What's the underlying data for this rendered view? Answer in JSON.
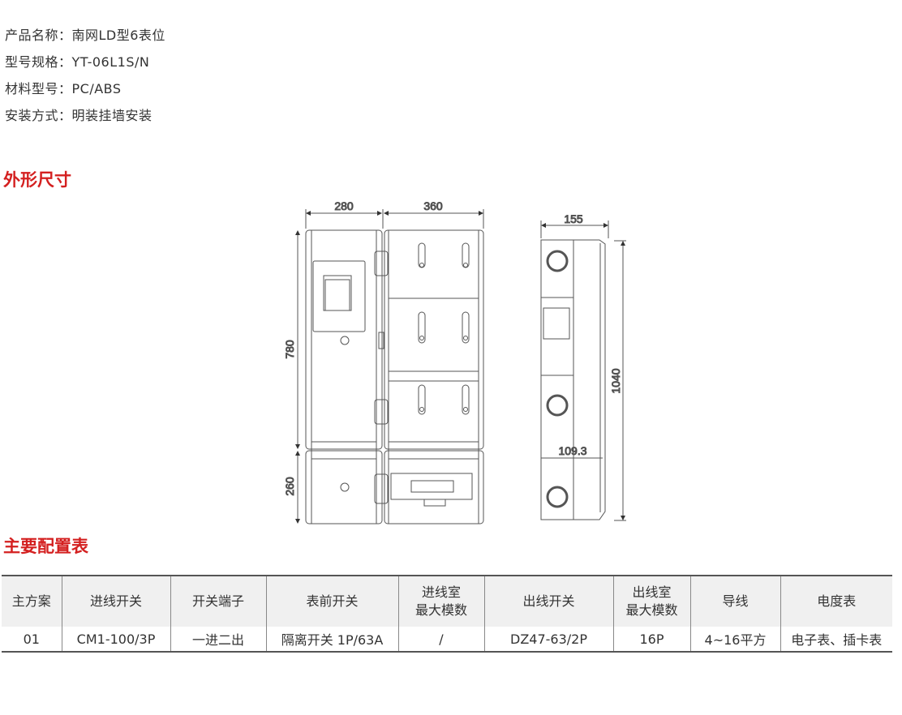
{
  "specs": [
    {
      "label": "产品名称：",
      "value": "南网LD型6表位"
    },
    {
      "label": "型号规格：",
      "value": "YT-06L1S/N"
    },
    {
      "label": "材料型号：",
      "value": "PC/ABS"
    },
    {
      "label": "安装方式：",
      "value": "明装挂墙安装"
    }
  ],
  "sections": {
    "dimensions": "外形尺寸",
    "config": "主要配置表"
  },
  "dimensions": {
    "left_width": "280",
    "right_width": "360",
    "upper_height": "780",
    "lower_height": "260",
    "depth": "155",
    "total_height": "1040",
    "inner_depth": "109.3"
  },
  "table": {
    "headers": [
      "主方案",
      "进线开关",
      "开关端子",
      "表前开关",
      "进线室\n最大模数",
      "出线开关",
      "出线室\n最大模数",
      "导线",
      "电度表"
    ],
    "rows": [
      [
        "01",
        "CM1-100/3P",
        "一进二出",
        "隔离开关 1P/63A",
        "/",
        "DZ47-63/2P",
        "16P",
        "4~16平方",
        "电子表、插卡表"
      ]
    ]
  },
  "colors": {
    "accent": "#d42020"
  }
}
